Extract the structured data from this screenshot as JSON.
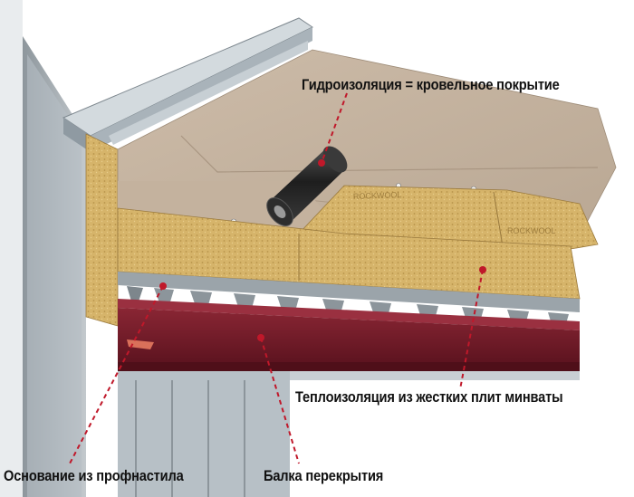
{
  "labels": {
    "waterproofing": "Гидроизоляция = кровельное покрытие",
    "insulation": "Теплоизоляция из жестких плит минваты",
    "base": "Основание из профнастила",
    "beam": "Балка перекрытия"
  },
  "colors": {
    "leader": "#c0182a",
    "membrane": "#c9b7a3",
    "mineral_wool": "#d8b56a",
    "deck": "#8e979d",
    "beam": "#7a1e2c",
    "roll": "#2a2a2a",
    "parapet": "#9ea9b2"
  }
}
